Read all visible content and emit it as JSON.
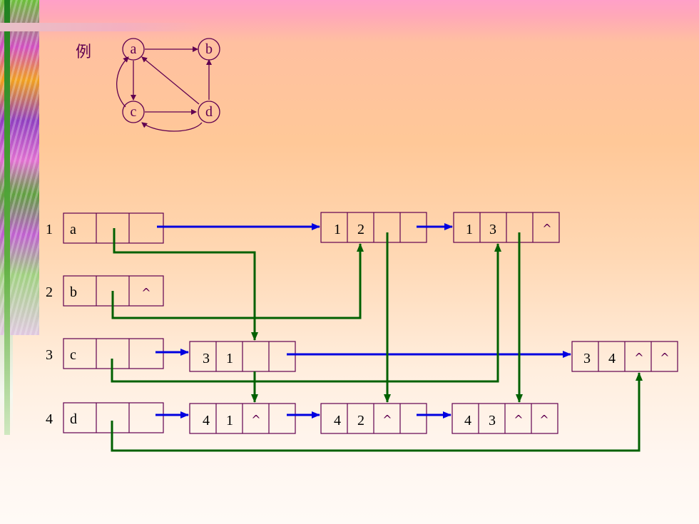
{
  "example_label": "例",
  "graph": {
    "nodes": [
      "a",
      "b",
      "c",
      "d"
    ],
    "edges": [
      [
        "a",
        "b"
      ],
      [
        "a",
        "c"
      ],
      [
        "c",
        "d"
      ],
      [
        "d",
        "a"
      ],
      [
        "d",
        "b"
      ],
      [
        "d",
        "c"
      ]
    ]
  },
  "rows": [
    {
      "index": "1",
      "vertex": "a",
      "first_in": "",
      "first_out": ""
    },
    {
      "index": "2",
      "vertex": "b",
      "first_in": "",
      "first_out": "^"
    },
    {
      "index": "3",
      "vertex": "c",
      "first_in": "",
      "first_out": ""
    },
    {
      "index": "4",
      "vertex": "d",
      "first_in": "",
      "first_out": ""
    }
  ],
  "arc_nodes": [
    {
      "id": "n12",
      "tail": "1",
      "head": "2",
      "hlink": "",
      "tlink": ""
    },
    {
      "id": "n13",
      "tail": "1",
      "head": "3",
      "hlink": "",
      "tlink": "^"
    },
    {
      "id": "n31",
      "tail": "3",
      "head": "1",
      "hlink": "",
      "tlink": ""
    },
    {
      "id": "n34",
      "tail": "3",
      "head": "4",
      "hlink": "^",
      "tlink": "^"
    },
    {
      "id": "n41",
      "tail": "4",
      "head": "1",
      "hlink": "^",
      "tlink": ""
    },
    {
      "id": "n42",
      "tail": "4",
      "head": "2",
      "hlink": "^",
      "tlink": ""
    },
    {
      "id": "n43",
      "tail": "4",
      "head": "3",
      "hlink": "^",
      "tlink": "^"
    }
  ],
  "colors": {
    "out_link": "#0000e0",
    "in_link": "#006000",
    "graph": "#600050",
    "box": "#600050"
  }
}
